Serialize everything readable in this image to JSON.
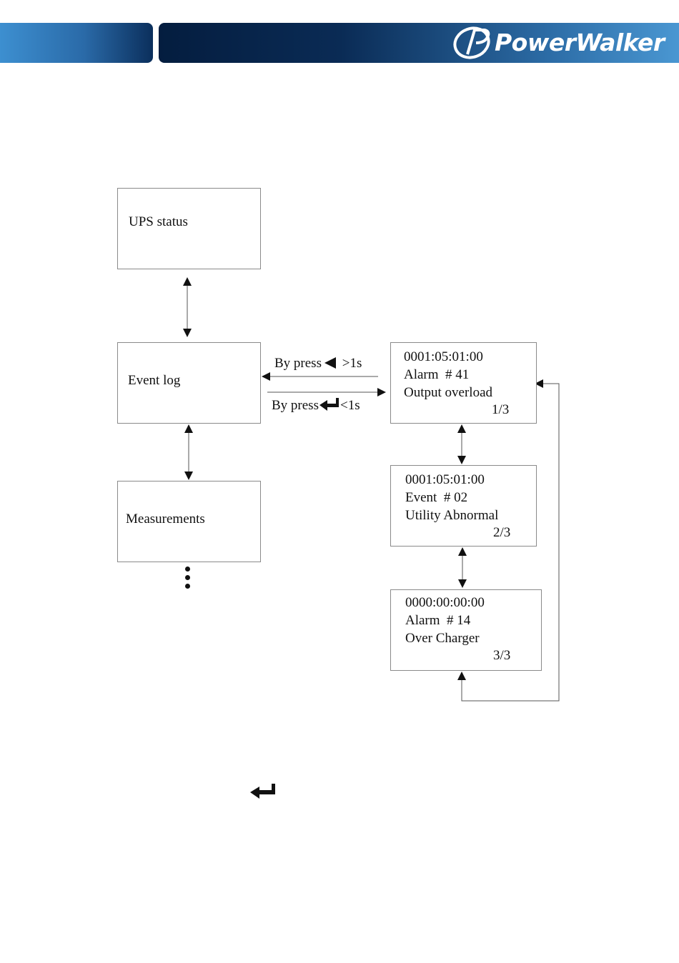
{
  "header": {
    "brand": "PowerWalker",
    "logo_icon": "powerwalker-swirl-icon",
    "colors": {
      "dark": "#041d3f",
      "light": "#4a97d2"
    }
  },
  "menu": {
    "ups_status": "UPS status",
    "event_log": "Event log",
    "measurements": "Measurements",
    "more_icon": "vertical-ellipsis-icon"
  },
  "transitions": {
    "back": {
      "prefix": "By press",
      "suffix": " >1s",
      "icon": "left-triangle-icon"
    },
    "enter": {
      "prefix": "By press",
      "suffix": "<1s",
      "icon": "enter-arrow-icon"
    }
  },
  "events": [
    {
      "time": "0001:05:01:00",
      "type": "Alarm  # 41",
      "desc": "Output overload",
      "page": "1/3"
    },
    {
      "time": "0001:05:01:00",
      "type": "Event  # 02",
      "desc": "Utility Abnormal",
      "page": "2/3"
    },
    {
      "time": "0000:00:00:00",
      "type": "Alarm  # 14",
      "desc": "Over Charger",
      "page": "3/3"
    }
  ],
  "footer": {
    "icon": "enter-arrow-icon"
  }
}
